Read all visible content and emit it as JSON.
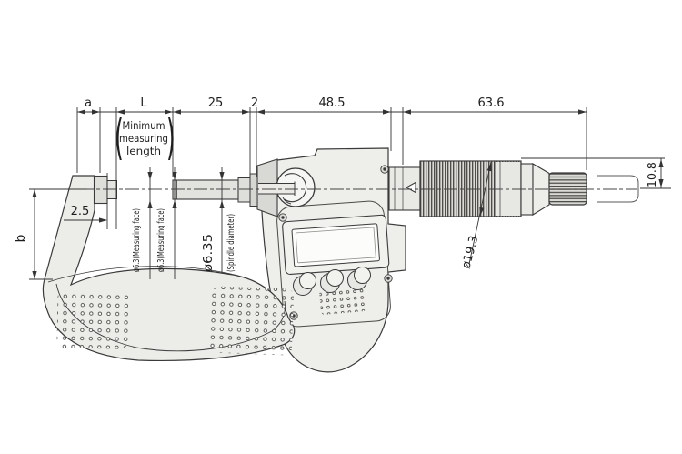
{
  "dimensions": {
    "top_a": "a",
    "top_L": "L",
    "top_25": "25",
    "top_2": "2",
    "top_48_5": "48.5",
    "top_63_6": "63.6",
    "min_len_open": "(",
    "min_len_1": "Minimum",
    "min_len_2": "measuring",
    "min_len_3": "length",
    "min_len_close": ")",
    "left_b": "b",
    "left_2_5": "2.5",
    "face_label_1": "ø6.3(Measuring face)",
    "face_label_2": "ø6.3(Measuring face)",
    "spindle_dia": "ø6.35",
    "spindle_dia_label": "(Spindle diameter)",
    "thimble_dia": "ø19.3",
    "ratchet_dia": "10.8"
  }
}
